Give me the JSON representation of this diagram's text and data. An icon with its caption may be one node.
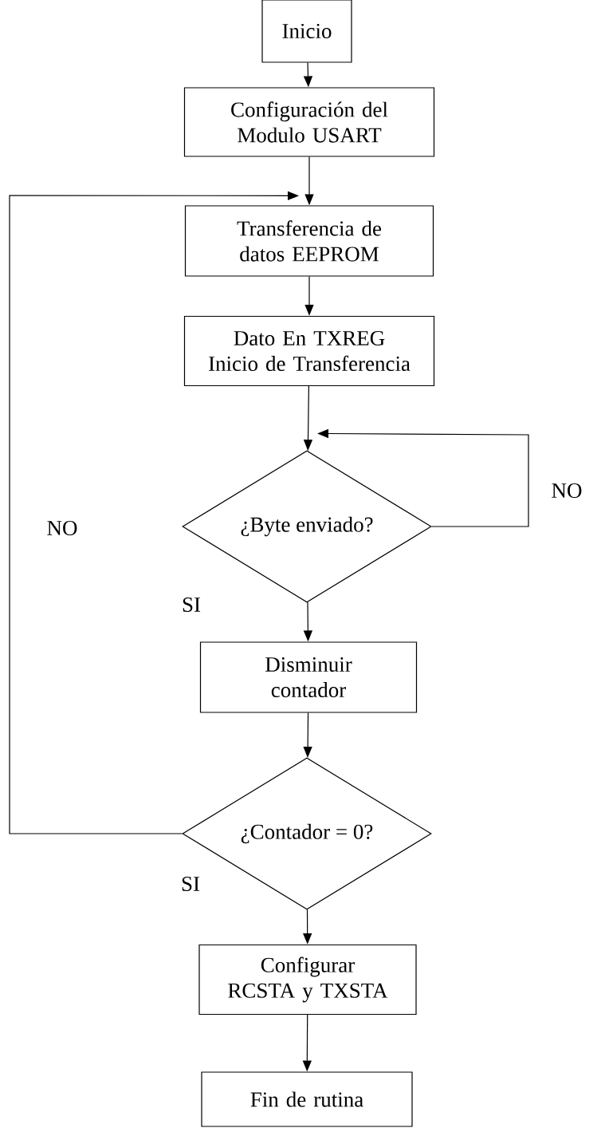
{
  "diagram": {
    "nodes": [
      {
        "text": [
          "Inicio"
        ]
      },
      {
        "text": [
          "Configuración del Modulo USART"
        ]
      },
      {
        "text": [
          "Transferencia de datos EEPROM"
        ]
      },
      {
        "text": [
          "Dato En TXREG",
          "Inicio de Transferencia"
        ]
      },
      {
        "text": [
          "¿Byte enviado?"
        ]
      },
      {
        "text": [
          "Disminuir contador"
        ]
      },
      {
        "text": [
          "¿Contador = 0?"
        ]
      },
      {
        "text": [
          "Configurar RCSTA y TXSTA"
        ]
      },
      {
        "text": [
          "Fin de rutina"
        ]
      }
    ],
    "edges": [
      {
        "from": 0,
        "to": 1,
        "arrow": "to"
      },
      {
        "from": 1,
        "to": 2,
        "arrow": "to"
      },
      {
        "from": 2,
        "to": 3,
        "arrow": "to"
      },
      {
        "from": 3,
        "to": 4,
        "arrow": "to"
      },
      {
        "from": 4,
        "to": 4,
        "arrow": "to",
        "label": "NO"
      },
      {
        "from": 4,
        "to": 5,
        "arrow": "to"
      },
      {
        "from": 5,
        "to": 6,
        "arrow": "to"
      },
      {
        "from": 6,
        "to": 2,
        "arrow": "to",
        "label": "NO"
      },
      {
        "from": 6,
        "to": 7,
        "arrow": "to"
      },
      {
        "from": 7,
        "to": 8,
        "arrow": "to"
      }
    ],
    "labels": [
      "SI",
      "SI"
    ]
  }
}
